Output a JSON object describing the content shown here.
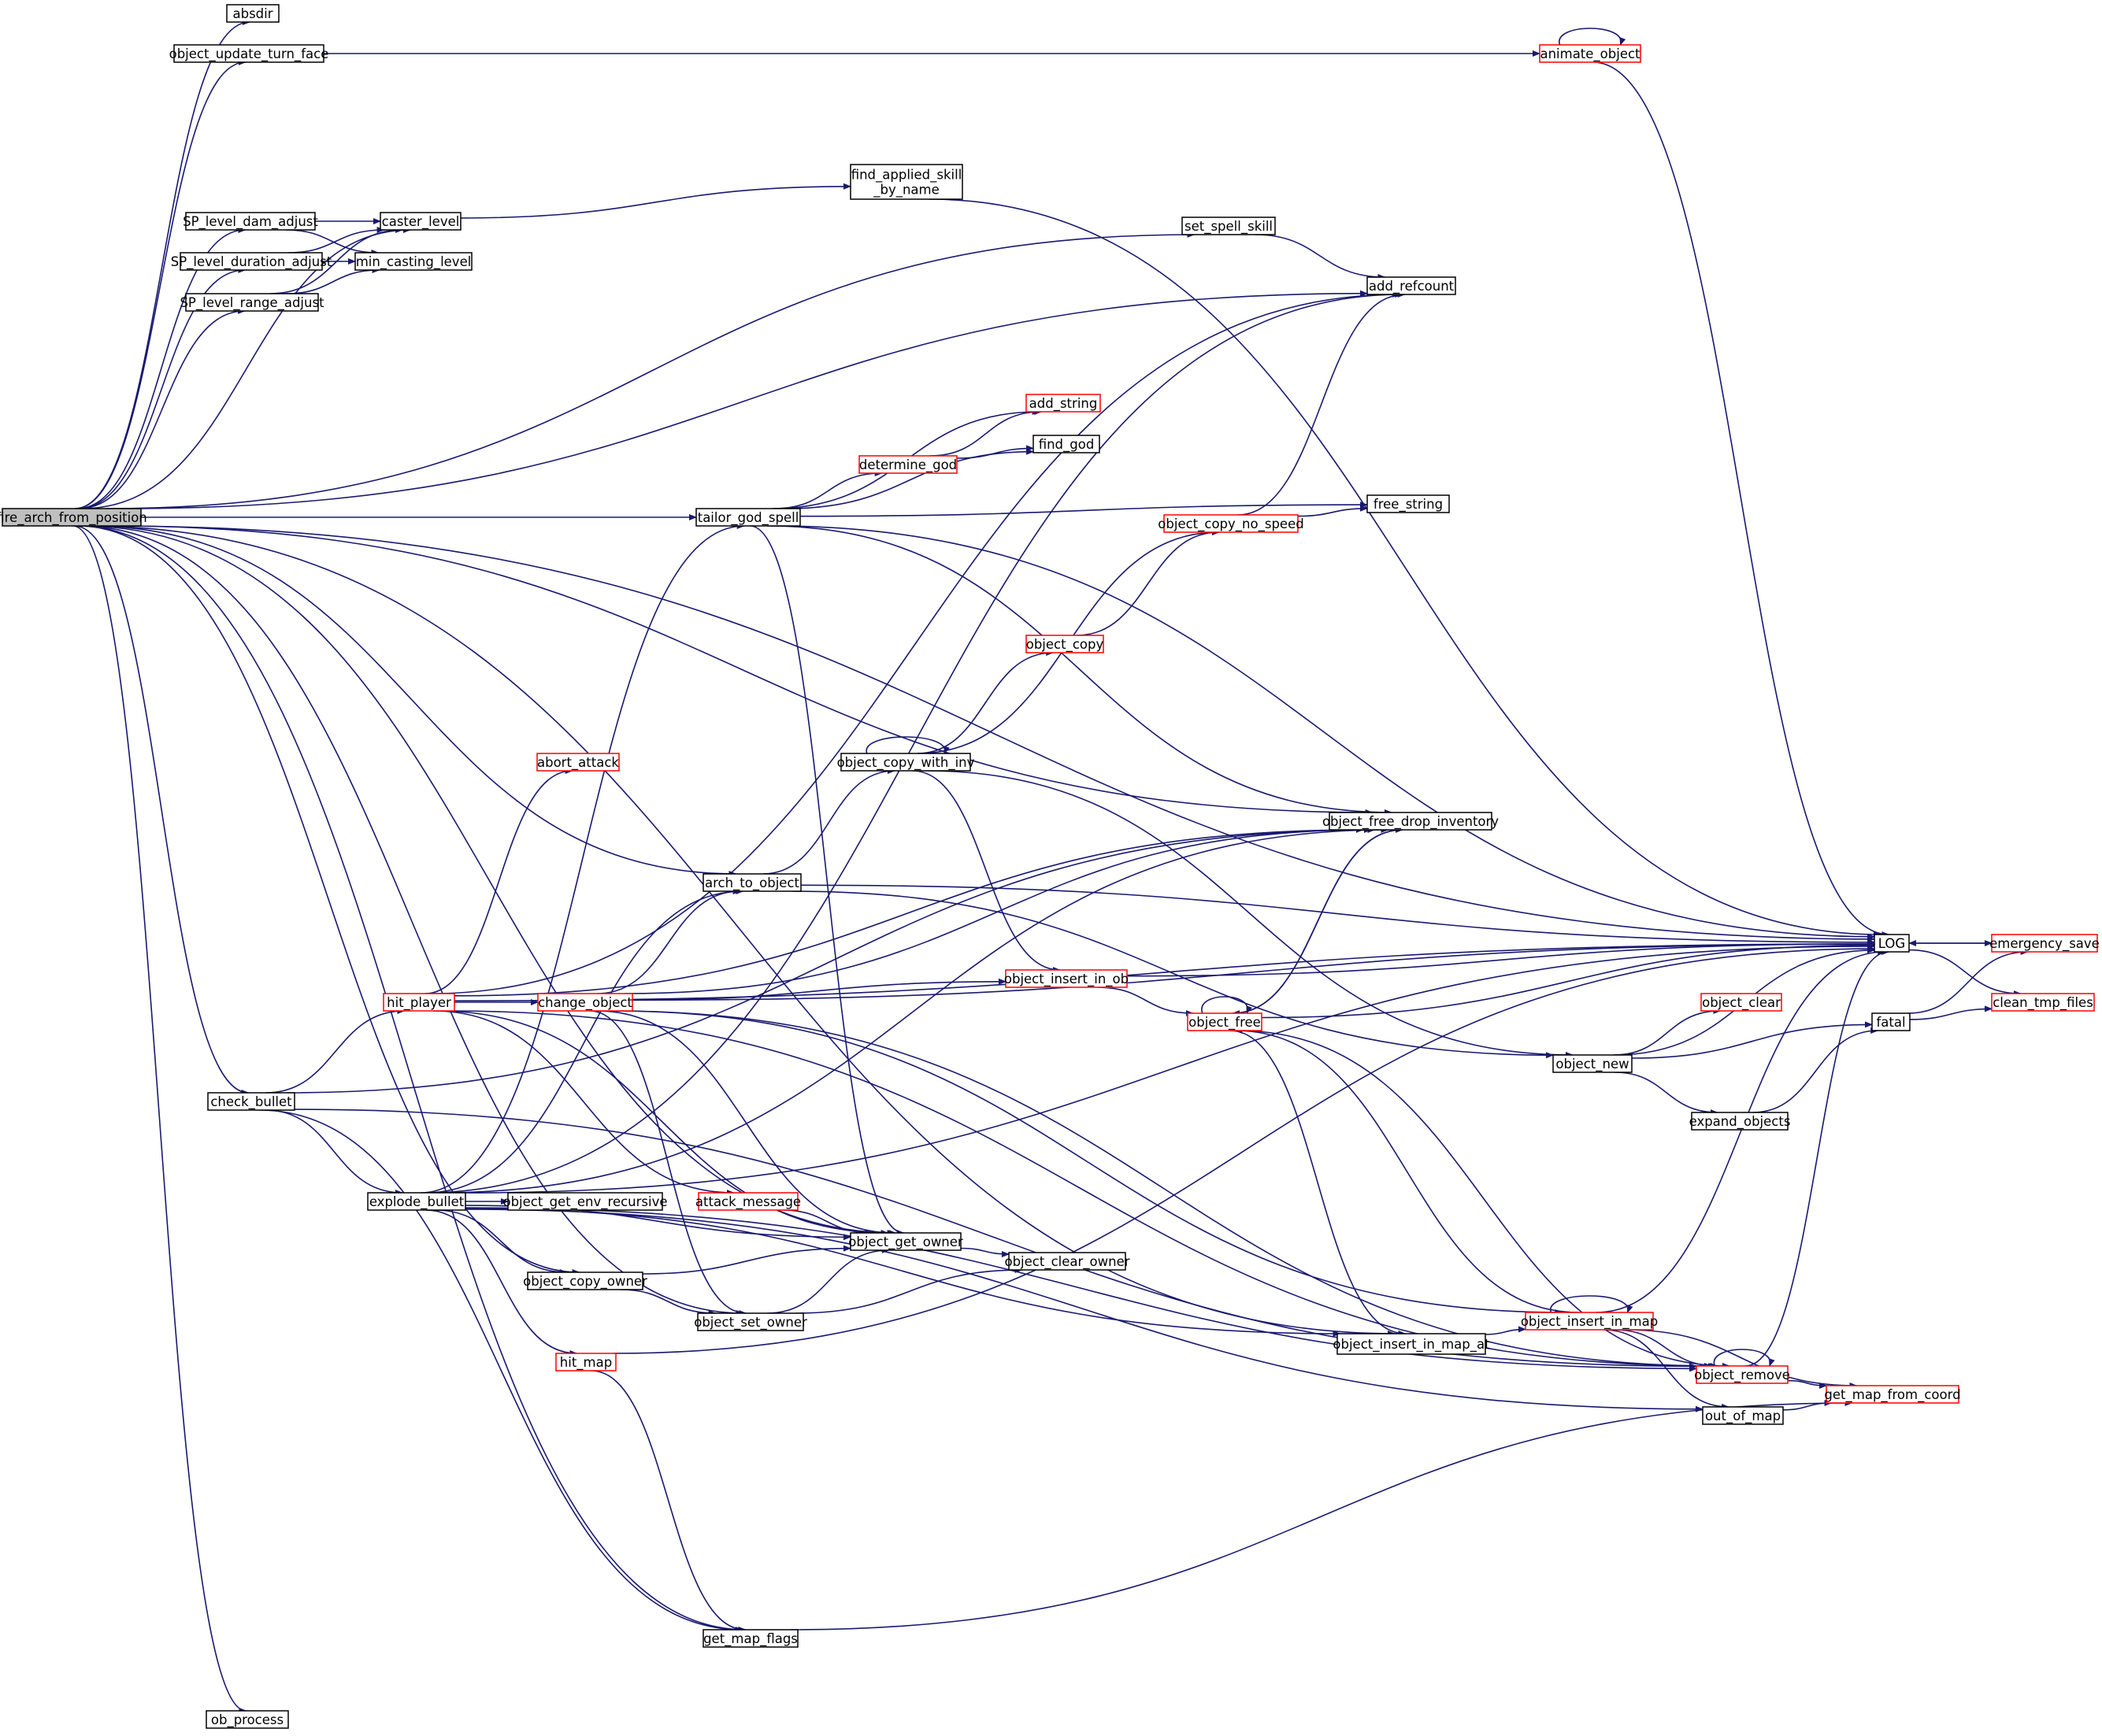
{
  "graph": {
    "root": "fire_arch_from_position",
    "colors": {
      "edge": "#191970",
      "node_border": "#000000",
      "node_border_truncated": "#ff0000",
      "root_fill": "#bfbfbf",
      "node_fill": "#ffffff",
      "text": "#000000"
    },
    "nodes": [
      {
        "id": "fire_arch_from_position",
        "label": "fire_arch_from_position",
        "truncated": false,
        "root": true
      },
      {
        "id": "absdir",
        "label": "absdir",
        "truncated": false
      },
      {
        "id": "object_update_turn_face",
        "label": "object_update_turn_face",
        "truncated": false
      },
      {
        "id": "animate_object",
        "label": "animate_object",
        "truncated": true
      },
      {
        "id": "LOG",
        "label": "LOG",
        "truncated": false
      },
      {
        "id": "emergency_save",
        "label": "emergency_save",
        "truncated": true
      },
      {
        "id": "clean_tmp_files",
        "label": "clean_tmp_files",
        "truncated": true
      },
      {
        "id": "SP_level_dam_adjust",
        "label": "SP_level_dam_adjust",
        "truncated": false
      },
      {
        "id": "caster_level",
        "label": "caster_level",
        "truncated": false
      },
      {
        "id": "find_applied_skill_by_name",
        "label": "find_applied_skill\n_by_name",
        "truncated": false
      },
      {
        "id": "min_casting_level",
        "label": "min_casting_level",
        "truncated": false
      },
      {
        "id": "SP_level_duration_adjust",
        "label": "SP_level_duration_adjust",
        "truncated": false
      },
      {
        "id": "SP_level_range_adjust",
        "label": "SP_level_range_adjust",
        "truncated": false
      },
      {
        "id": "set_spell_skill",
        "label": "set_spell_skill",
        "truncated": false
      },
      {
        "id": "add_refcount",
        "label": "add_refcount",
        "truncated": false
      },
      {
        "id": "add_string",
        "label": "add_string",
        "truncated": true
      },
      {
        "id": "find_god",
        "label": "find_god",
        "truncated": false
      },
      {
        "id": "determine_god",
        "label": "determine_god",
        "truncated": true
      },
      {
        "id": "tailor_god_spell",
        "label": "tailor_god_spell",
        "truncated": false
      },
      {
        "id": "free_string",
        "label": "free_string",
        "truncated": false
      },
      {
        "id": "object_copy_no_speed",
        "label": "object_copy_no_speed",
        "truncated": true
      },
      {
        "id": "object_copy",
        "label": "object_copy",
        "truncated": true
      },
      {
        "id": "object_copy_with_inv",
        "label": "object_copy_with_inv",
        "truncated": false
      },
      {
        "id": "abort_attack",
        "label": "abort_attack",
        "truncated": true
      },
      {
        "id": "object_free_drop_inventory",
        "label": "object_free_drop_inventory",
        "truncated": false
      },
      {
        "id": "arch_to_object",
        "label": "arch_to_object",
        "truncated": false
      },
      {
        "id": "hit_player",
        "label": "hit_player",
        "truncated": true
      },
      {
        "id": "change_object",
        "label": "change_object",
        "truncated": true
      },
      {
        "id": "object_insert_in_ob",
        "label": "object_insert_in_ob",
        "truncated": true
      },
      {
        "id": "object_free",
        "label": "object_free",
        "truncated": true
      },
      {
        "id": "object_clear",
        "label": "object_clear",
        "truncated": true
      },
      {
        "id": "fatal",
        "label": "fatal",
        "truncated": false
      },
      {
        "id": "object_new",
        "label": "object_new",
        "truncated": false
      },
      {
        "id": "check_bullet",
        "label": "check_bullet",
        "truncated": false
      },
      {
        "id": "expand_objects",
        "label": "expand_objects",
        "truncated": false
      },
      {
        "id": "explode_bullet",
        "label": "explode_bullet",
        "truncated": false
      },
      {
        "id": "object_get_env_recursive",
        "label": "object_get_env_recursive",
        "truncated": false
      },
      {
        "id": "attack_message",
        "label": "attack_message",
        "truncated": true
      },
      {
        "id": "object_get_owner",
        "label": "object_get_owner",
        "truncated": false
      },
      {
        "id": "object_clear_owner",
        "label": "object_clear_owner",
        "truncated": false
      },
      {
        "id": "object_copy_owner",
        "label": "object_copy_owner",
        "truncated": false
      },
      {
        "id": "object_set_owner",
        "label": "object_set_owner",
        "truncated": false
      },
      {
        "id": "object_insert_in_map",
        "label": "object_insert_in_map",
        "truncated": true
      },
      {
        "id": "object_insert_in_map_at",
        "label": "object_insert_in_map_at",
        "truncated": false
      },
      {
        "id": "hit_map",
        "label": "hit_map",
        "truncated": true
      },
      {
        "id": "object_remove",
        "label": "object_remove",
        "truncated": true
      },
      {
        "id": "get_map_from_coord",
        "label": "get_map_from_coord",
        "truncated": true
      },
      {
        "id": "out_of_map",
        "label": "out_of_map",
        "truncated": false
      },
      {
        "id": "get_map_flags",
        "label": "get_map_flags",
        "truncated": false
      },
      {
        "id": "ob_process",
        "label": "ob_process",
        "truncated": false
      }
    ],
    "edges": [
      [
        "fire_arch_from_position",
        "absdir"
      ],
      [
        "fire_arch_from_position",
        "object_update_turn_face"
      ],
      [
        "fire_arch_from_position",
        "set_spell_skill"
      ],
      [
        "fire_arch_from_position",
        "caster_level"
      ],
      [
        "fire_arch_from_position",
        "SP_level_dam_adjust"
      ],
      [
        "fire_arch_from_position",
        "SP_level_duration_adjust"
      ],
      [
        "fire_arch_from_position",
        "SP_level_range_adjust"
      ],
      [
        "fire_arch_from_position",
        "LOG"
      ],
      [
        "fire_arch_from_position",
        "add_refcount"
      ],
      [
        "fire_arch_from_position",
        "tailor_god_spell"
      ],
      [
        "fire_arch_from_position",
        "object_free_drop_inventory"
      ],
      [
        "fire_arch_from_position",
        "arch_to_object"
      ],
      [
        "fire_arch_from_position",
        "check_bullet"
      ],
      [
        "fire_arch_from_position",
        "object_copy_owner"
      ],
      [
        "fire_arch_from_position",
        "object_set_owner"
      ],
      [
        "fire_arch_from_position",
        "object_get_owner"
      ],
      [
        "fire_arch_from_position",
        "get_map_flags"
      ],
      [
        "fire_arch_from_position",
        "object_insert_in_map_at"
      ],
      [
        "fire_arch_from_position",
        "ob_process"
      ],
      [
        "object_update_turn_face",
        "animate_object"
      ],
      [
        "animate_object",
        "animate_object"
      ],
      [
        "animate_object",
        "LOG"
      ],
      [
        "SP_level_dam_adjust",
        "caster_level"
      ],
      [
        "SP_level_dam_adjust",
        "min_casting_level"
      ],
      [
        "SP_level_duration_adjust",
        "caster_level"
      ],
      [
        "SP_level_duration_adjust",
        "min_casting_level"
      ],
      [
        "SP_level_range_adjust",
        "caster_level"
      ],
      [
        "SP_level_range_adjust",
        "min_casting_level"
      ],
      [
        "caster_level",
        "find_applied_skill_by_name"
      ],
      [
        "find_applied_skill_by_name",
        "LOG"
      ],
      [
        "set_spell_skill",
        "add_refcount"
      ],
      [
        "tailor_god_spell",
        "LOG"
      ],
      [
        "tailor_god_spell",
        "add_string"
      ],
      [
        "tailor_god_spell",
        "find_god"
      ],
      [
        "tailor_god_spell",
        "determine_god"
      ],
      [
        "tailor_god_spell",
        "free_string"
      ],
      [
        "tailor_god_spell",
        "object_free_drop_inventory"
      ],
      [
        "tailor_god_spell",
        "object_get_owner"
      ],
      [
        "determine_god",
        "add_string"
      ],
      [
        "determine_god",
        "find_god"
      ],
      [
        "object_copy_no_speed",
        "add_refcount"
      ],
      [
        "object_copy_no_speed",
        "free_string"
      ],
      [
        "object_copy",
        "object_copy_no_speed"
      ],
      [
        "object_copy_with_inv",
        "object_copy_with_inv"
      ],
      [
        "object_copy_with_inv",
        "object_copy_no_speed"
      ],
      [
        "object_copy_with_inv",
        "object_copy"
      ],
      [
        "object_copy_with_inv",
        "object_new"
      ],
      [
        "object_copy_with_inv",
        "object_insert_in_ob"
      ],
      [
        "arch_to_object",
        "object_copy_with_inv"
      ],
      [
        "arch_to_object",
        "LOG"
      ],
      [
        "arch_to_object",
        "object_new"
      ],
      [
        "hit_player",
        "abort_attack"
      ],
      [
        "hit_player",
        "change_object"
      ],
      [
        "hit_player",
        "object_free_drop_inventory"
      ],
      [
        "hit_player",
        "add_refcount"
      ],
      [
        "hit_player",
        "attack_message"
      ],
      [
        "hit_player",
        "object_get_owner"
      ],
      [
        "hit_player",
        "object_remove"
      ],
      [
        "hit_player",
        "LOG"
      ],
      [
        "change_object",
        "arch_to_object"
      ],
      [
        "change_object",
        "object_free_drop_inventory"
      ],
      [
        "change_object",
        "object_insert_in_ob"
      ],
      [
        "change_object",
        "object_get_owner"
      ],
      [
        "change_object",
        "object_set_owner"
      ],
      [
        "change_object",
        "object_insert_in_map"
      ],
      [
        "change_object",
        "object_remove"
      ],
      [
        "change_object",
        "LOG"
      ],
      [
        "object_insert_in_ob",
        "LOG"
      ],
      [
        "object_insert_in_ob",
        "object_free"
      ],
      [
        "object_free",
        "object_free"
      ],
      [
        "object_free",
        "object_free_drop_inventory"
      ],
      [
        "object_free",
        "LOG"
      ],
      [
        "object_free",
        "object_insert_in_map_at"
      ],
      [
        "object_free",
        "object_remove"
      ],
      [
        "object_free_drop_inventory",
        "object_free"
      ],
      [
        "LOG",
        "emergency_save"
      ],
      [
        "LOG",
        "clean_tmp_files"
      ],
      [
        "emergency_save",
        "LOG"
      ],
      [
        "fatal",
        "emergency_save"
      ],
      [
        "fatal",
        "clean_tmp_files"
      ],
      [
        "object_new",
        "object_clear"
      ],
      [
        "object_new",
        "LOG"
      ],
      [
        "object_new",
        "fatal"
      ],
      [
        "object_new",
        "expand_objects"
      ],
      [
        "expand_objects",
        "fatal"
      ],
      [
        "check_bullet",
        "hit_player"
      ],
      [
        "check_bullet",
        "explode_bullet"
      ],
      [
        "check_bullet",
        "object_free_drop_inventory"
      ],
      [
        "check_bullet",
        "get_map_flags"
      ],
      [
        "check_bullet",
        "object_remove"
      ],
      [
        "explode_bullet",
        "object_get_env_recursive"
      ],
      [
        "explode_bullet",
        "object_get_owner"
      ],
      [
        "explode_bullet",
        "object_copy_owner"
      ],
      [
        "explode_bullet",
        "hit_map"
      ],
      [
        "explode_bullet",
        "arch_to_object"
      ],
      [
        "explode_bullet",
        "tailor_god_spell"
      ],
      [
        "explode_bullet",
        "object_free_drop_inventory"
      ],
      [
        "explode_bullet",
        "add_refcount"
      ],
      [
        "explode_bullet",
        "LOG"
      ],
      [
        "explode_bullet",
        "object_insert_in_map_at"
      ],
      [
        "explode_bullet",
        "object_remove"
      ],
      [
        "explode_bullet",
        "out_of_map"
      ],
      [
        "attack_message",
        "object_get_owner"
      ],
      [
        "object_get_owner",
        "object_clear_owner"
      ],
      [
        "object_copy_owner",
        "object_get_owner"
      ],
      [
        "object_copy_owner",
        "object_set_owner"
      ],
      [
        "object_set_owner",
        "object_get_owner"
      ],
      [
        "object_set_owner",
        "object_clear_owner"
      ],
      [
        "object_insert_in_map_at",
        "object_insert_in_map"
      ],
      [
        "object_insert_in_map",
        "object_insert_in_map"
      ],
      [
        "object_insert_in_map",
        "LOG"
      ],
      [
        "object_insert_in_map",
        "object_free"
      ],
      [
        "object_insert_in_map",
        "object_remove"
      ],
      [
        "object_insert_in_map",
        "get_map_from_coord"
      ],
      [
        "object_insert_in_map",
        "out_of_map"
      ],
      [
        "hit_map",
        "LOG"
      ],
      [
        "hit_map",
        "get_map_flags"
      ],
      [
        "object_remove",
        "object_remove"
      ],
      [
        "object_remove",
        "LOG"
      ],
      [
        "object_remove",
        "get_map_from_coord"
      ],
      [
        "out_of_map",
        "get_map_from_coord"
      ],
      [
        "get_map_flags",
        "get_map_from_coord"
      ]
    ]
  }
}
